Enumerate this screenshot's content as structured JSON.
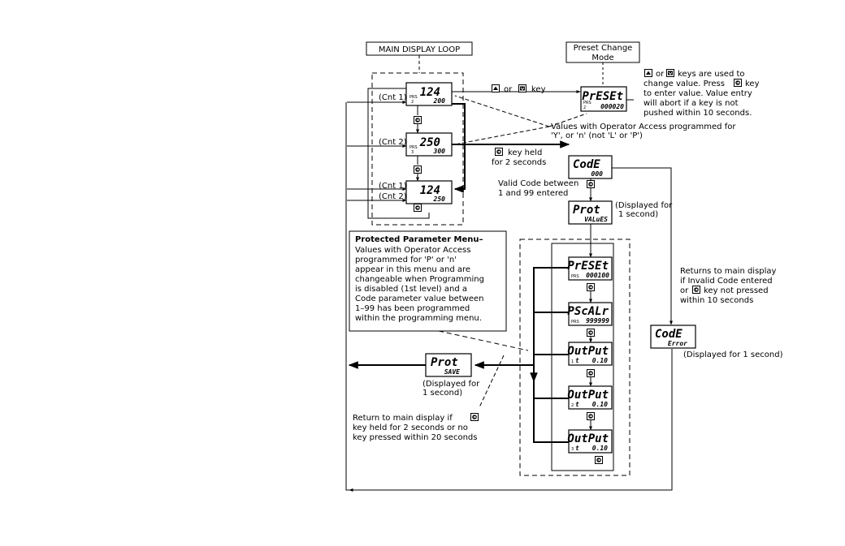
{
  "titles": {
    "main_loop": "MAIN DISPLAY LOOP",
    "preset_change": [
      "Preset Change",
      "Mode"
    ]
  },
  "main_loop": {
    "displays": [
      {
        "top": "124",
        "prs": "PRS",
        "idx": "2",
        "bottom": "200"
      },
      {
        "top": "250",
        "prs": "PRS",
        "idx": "3",
        "bottom": "300"
      },
      {
        "top": "124",
        "prs": "",
        "idx": "",
        "bottom": "250"
      }
    ],
    "cnt_labels": [
      "(Cnt 1)",
      "(Cnt 2)",
      "(Cnt 1)",
      "(Cnt 2)"
    ]
  },
  "preset_display": {
    "top": "PrESEt",
    "prs": "PRS",
    "idx": "2",
    "bottom": "000020"
  },
  "code_display": {
    "top": "CodE",
    "bottom": "000"
  },
  "prot_values_display": {
    "top": "Prot",
    "bottom": "VALuES"
  },
  "code_error_display": {
    "top": "CodE",
    "bottom": "Error"
  },
  "prot_save_display": {
    "top": "Prot",
    "bottom": "SAVE"
  },
  "protected_menu_displays": [
    {
      "top": "PrESEt",
      "prs": "PRS",
      "idx": "",
      "bottom": "000100"
    },
    {
      "top": "PScALr",
      "prs": "PRS",
      "idx": "",
      "bottom": "999999"
    },
    {
      "top": "OutPut",
      "prs": "",
      "idx": "1",
      "sub": "t",
      "bottom": "0.10"
    },
    {
      "top": "OutPut",
      "prs": "",
      "idx": "2",
      "sub": "t",
      "bottom": "0.10"
    },
    {
      "top": "OutPut",
      "prs": "",
      "idx": "3",
      "sub": "t",
      "bottom": "0.10"
    }
  ],
  "notes": {
    "key_or_key": [
      "or",
      "key"
    ],
    "change_value": [
      "or",
      "keys are used to",
      "change value. Press",
      "key",
      "to enter value. Value entry",
      "will abort if a key is not",
      "pushed within 10 seconds."
    ],
    "operator_access": [
      "Values with Operator Access programmed for",
      "'Y', or 'n' (not 'L' or 'P')"
    ],
    "key_held": [
      "key held",
      "for 2 seconds"
    ],
    "valid_code": [
      "Valid Code between",
      "1 and 99 entered"
    ],
    "displayed_1s_a": [
      "(Displayed for",
      "1 second)"
    ],
    "protected_menu": [
      "Protected Parameter Menu–",
      "Values with Operator Access",
      "programmed for 'P' or 'n'",
      "appear in this menu and are",
      "changeable when Programming",
      "is disabled (1st level) and a",
      "Code parameter value between",
      "1–99 has been programmed",
      "within the programming menu."
    ],
    "returns_main": [
      "Returns to main display",
      "if Invalid Code entered",
      "or",
      "key not pressed",
      "within 10 seconds"
    ],
    "displayed_1s_b": "(Displayed for 1 second)",
    "displayed_1s_c": [
      "(Displayed for",
      "1 second)"
    ],
    "return_main": [
      "Return to main display if",
      "key held for 2 seconds or no",
      "key pressed within 20 seconds"
    ]
  },
  "icons": [
    "up-arrow-key-icon",
    "down-arrow-key-icon",
    "program-key-icon"
  ]
}
